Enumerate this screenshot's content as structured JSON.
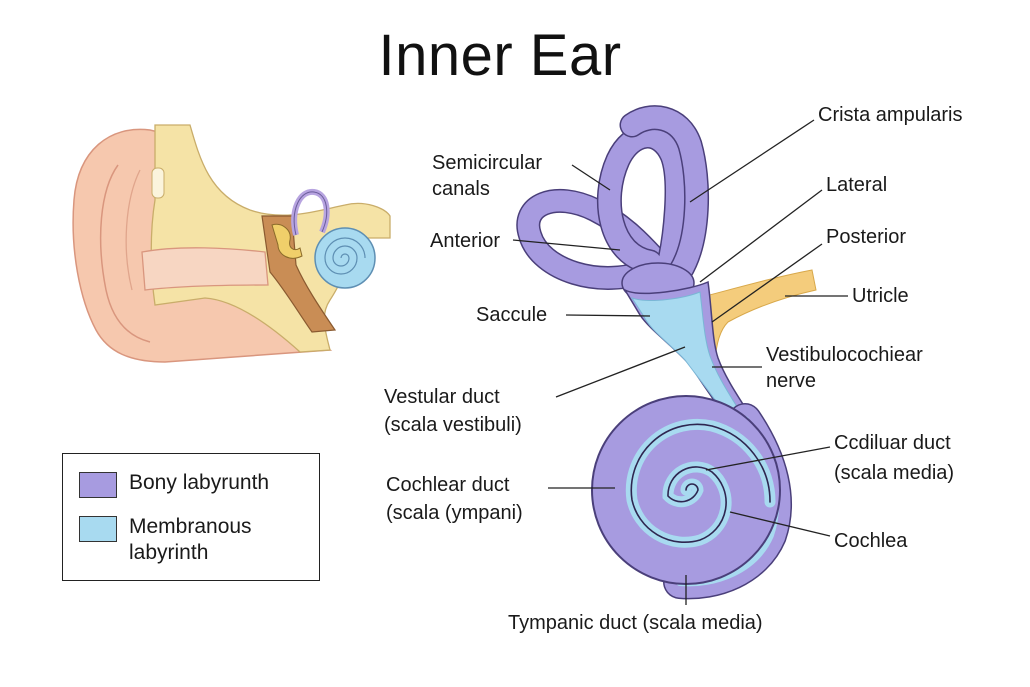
{
  "title": "Inner Ear",
  "colors": {
    "bony": "#a79be0",
    "bony_stroke": "#4a3f7a",
    "membranous": "#a8daf0",
    "nerve": "#f4cc7c",
    "skin": "#f6c8ae",
    "bone": "#f5e3a6"
  },
  "labels": {
    "crista": "Crista ampularis",
    "semicircular_1": "Semicircular",
    "semicircular_2": "canals",
    "lateral": "Lateral",
    "anterior": "Anterior",
    "posterior": "Posterior",
    "utricle": "Utricle",
    "saccule": "Saccule",
    "vestibulocochlear_1": "Vestibulocochiear",
    "vestibulocochlear_2": "nerve",
    "vestular_1": "Vestular  duct",
    "vestular_2": "(scala vestibuli)",
    "cochlear_duct_1": "Cochlear duct",
    "cochlear_duct_2": "(scala (ympani)",
    "ccdiluar_1": "Ccdiluar duct",
    "ccdiluar_2": "(scala media)",
    "cochlea": "Cochlea",
    "tympanic": "Tympanic duct (scala media)"
  },
  "legend": {
    "items": [
      {
        "label": "Bony labyrunth",
        "color": "#a79be0"
      },
      {
        "label": "Membranous\nlabyrinth",
        "color": "#a8daf0"
      }
    ]
  }
}
